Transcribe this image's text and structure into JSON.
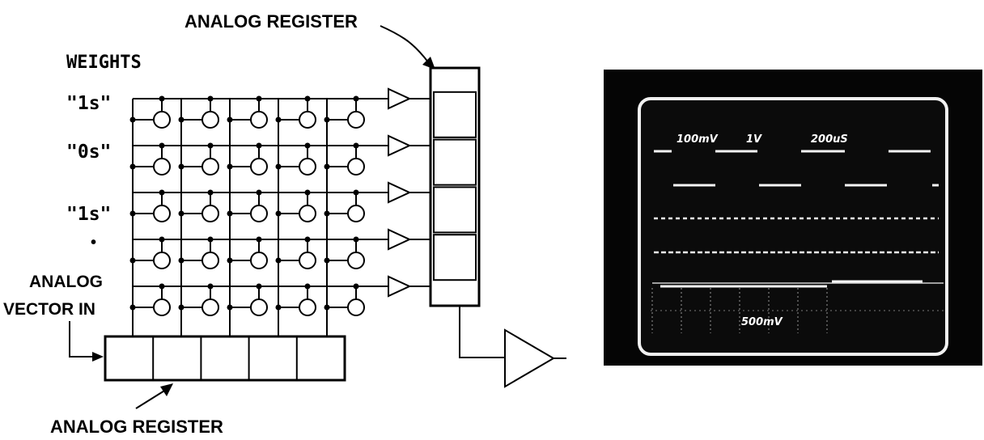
{
  "diagram": {
    "top_register_label": "ANALOG REGISTER",
    "bottom_register_label": "ANALOG REGISTER",
    "weights_label": "WEIGHTS",
    "row_labels": [
      "\"1s\"",
      "\"0s\"",
      "\"1s\""
    ],
    "dot": "•",
    "input_label_line1": "ANALOG",
    "input_label_line2": "VECTOR IN"
  },
  "oscilloscope": {
    "readout_ch1": "100mV",
    "readout_ch2": "1V",
    "readout_time": "200uS",
    "readout_lower": "500mV"
  },
  "colors": {
    "ink": "#000000",
    "screen": "#0a0a0a",
    "trace": "#ffffff"
  }
}
